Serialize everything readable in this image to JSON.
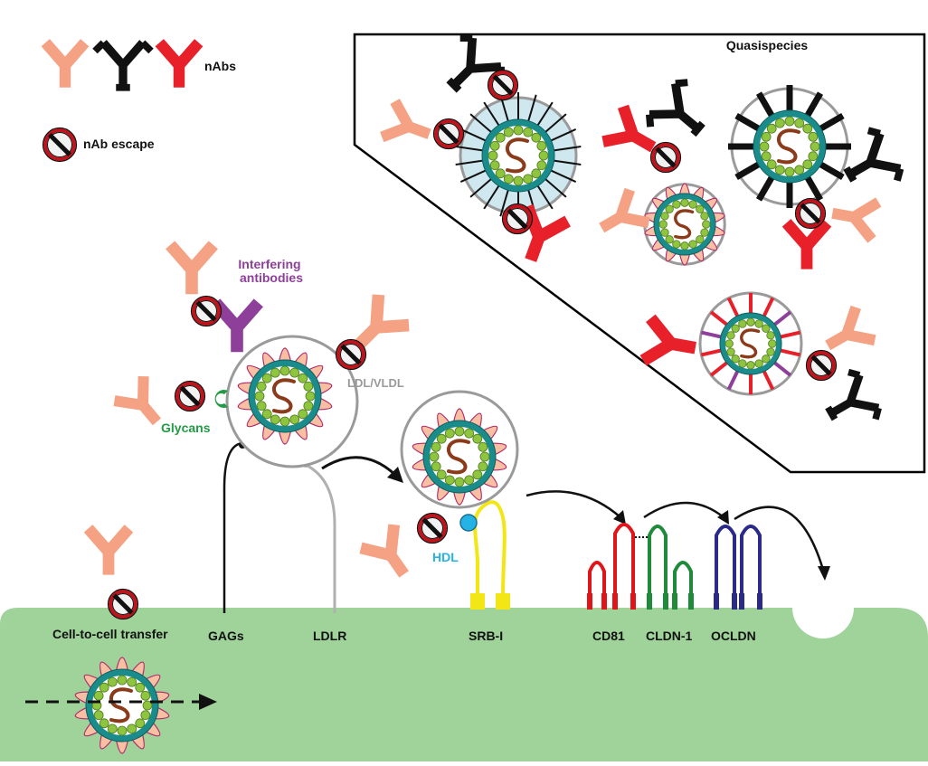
{
  "legend": {
    "nabs_label": "nAbs",
    "escape_label": "nAb escape"
  },
  "quasispecies": {
    "title": "Quasispecies"
  },
  "labels": {
    "interfering_line1": "Interfering",
    "interfering_line2": "antibodies",
    "glycans": "Glycans",
    "ldl_vldl": "LDL/VLDL",
    "hdl": "HDL"
  },
  "membrane": {
    "cell_to_cell": "Cell-to-cell transfer",
    "gags": "GAGs",
    "ldlr": "LDLR",
    "srbi": "SRB-I",
    "cd81": "CD81",
    "cldn1": "CLDN-1",
    "ocldn": "OCLDN"
  },
  "colors": {
    "antibody_salmon": "#f4a283",
    "antibody_black": "#111111",
    "antibody_red": "#e8202a",
    "antibody_purple": "#8e3f9a",
    "escape_ring": "#c0141c",
    "capsid_teal": "#1a8c8c",
    "core_green": "#8fc43e",
    "rna_brown": "#8b3a1a",
    "envelope_gray": "#9a9a9a",
    "spike_salmon": "#f8bfa3",
    "spike_outline": "#b02a6a",
    "cell_green": "#9fd39a",
    "glycan_green": "#239a45",
    "hdl_blue": "#25b3e6",
    "srbi_yellow": "#f2e615",
    "cd81_red": "#e0151b",
    "cldn_green": "#1e8a3a",
    "ocldn_blue": "#2b2a8a",
    "lipo_spike_blue": "#cfe8ef"
  }
}
